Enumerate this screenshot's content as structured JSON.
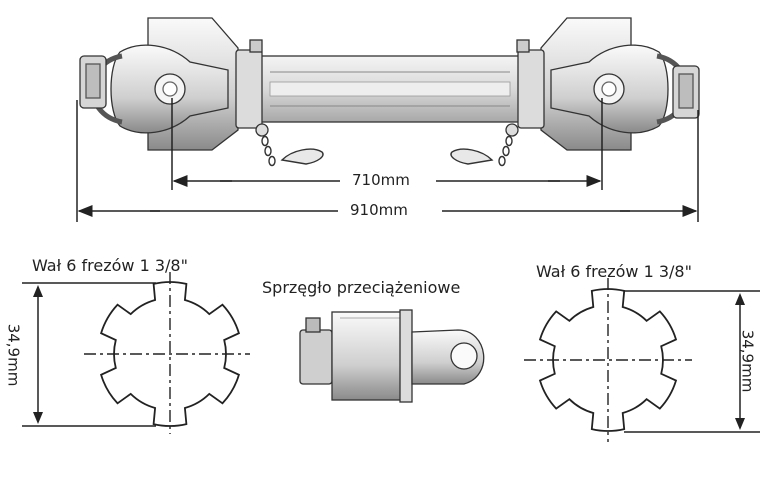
{
  "dimensions": {
    "inner_length": "710mm",
    "total_length": "910mm"
  },
  "left_profile": {
    "title": "Wał 6 frezów 1 3/8\"",
    "diameter": "34,9mm"
  },
  "right_profile": {
    "title": "Wał 6 frezów 1 3/8\"",
    "diameter": "34,9mm"
  },
  "clutch": {
    "title": "Sprzęgło przeciążeniowe"
  },
  "colors": {
    "line": "#222222",
    "metal_light": "#f2f2f2",
    "metal_mid": "#c8c8c8",
    "metal_dark": "#777777"
  }
}
